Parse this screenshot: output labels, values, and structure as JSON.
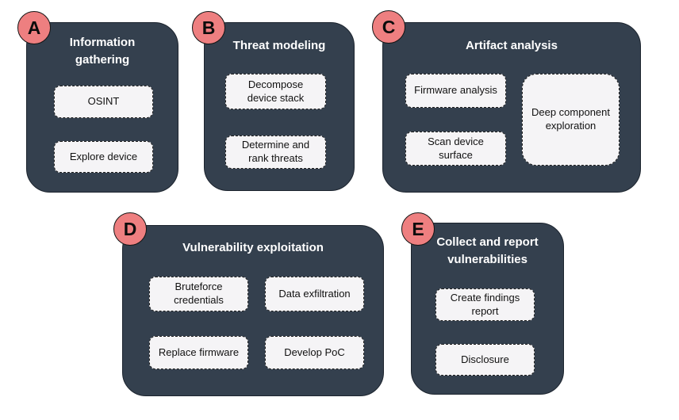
{
  "colors": {
    "panel_bg": "#34404e",
    "badge_bg": "#ee7f80",
    "item_bg": "#f5f4f6",
    "title_text": "#ffffff",
    "item_text": "#111111"
  },
  "panels": [
    {
      "badge": "A",
      "title": "Information gathering",
      "items": [
        "OSINT",
        "Explore device"
      ]
    },
    {
      "badge": "B",
      "title": "Threat modeling",
      "items": [
        "Decompose device stack",
        "Determine and rank threats"
      ]
    },
    {
      "badge": "C",
      "title": "Artifact analysis",
      "items": [
        "Firmware analysis",
        "Scan device surface",
        "Deep component exploration"
      ]
    },
    {
      "badge": "D",
      "title": "Vulnerability exploitation",
      "items": [
        "Bruteforce credentials",
        "Data exfiltration",
        "Replace firmware",
        "Develop PoC"
      ]
    },
    {
      "badge": "E",
      "title": "Collect and report vulnerabilities",
      "items": [
        "Create findings report",
        "Disclosure"
      ]
    }
  ]
}
